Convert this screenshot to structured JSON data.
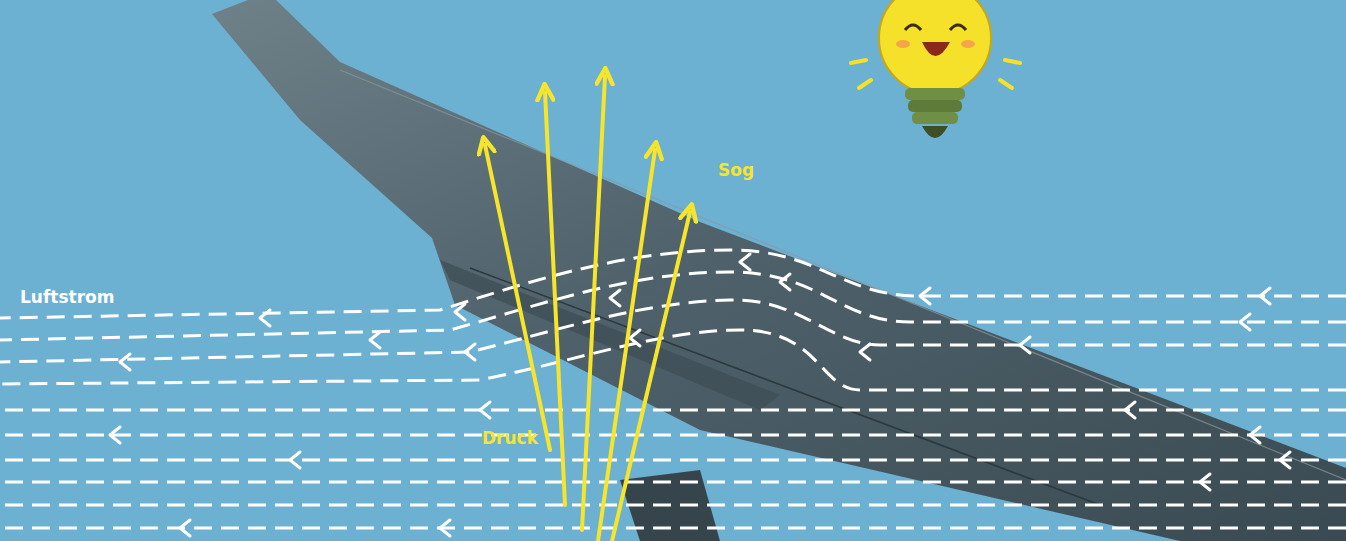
{
  "diagram": {
    "labels": [
      "Luftstrom",
      "Sog",
      "Druck"
    ]
  }
}
